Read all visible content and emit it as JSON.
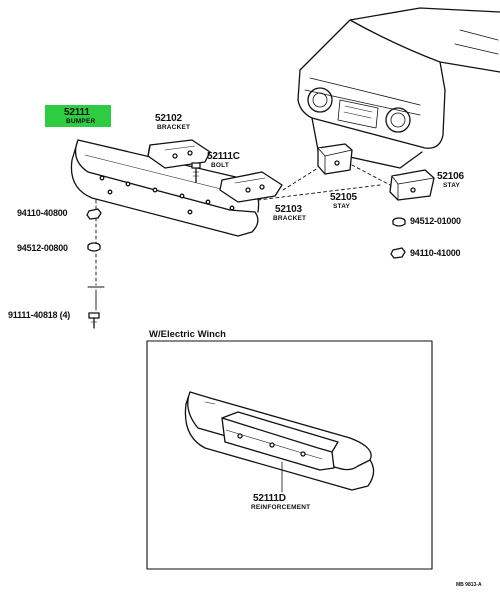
{
  "parts": [
    {
      "id": "p52111",
      "number": "52111",
      "name": "BUMPER",
      "highlight": true,
      "highlight_color": "#2ecc40"
    },
    {
      "id": "p52102",
      "number": "52102",
      "name": "BRACKET"
    },
    {
      "id": "p52111c",
      "number": "52111C",
      "name": "BOLT"
    },
    {
      "id": "p52103",
      "number": "52103",
      "name": "BRACKET"
    },
    {
      "id": "p52105",
      "number": "52105",
      "name": "STAY"
    },
    {
      "id": "p52106",
      "number": "52106",
      "name": "STAY"
    },
    {
      "id": "p52111d",
      "number": "52111D",
      "name": "REINFORCEMENT"
    }
  ],
  "fasteners": [
    {
      "id": "f94110_40800",
      "number": "94110-40800"
    },
    {
      "id": "f94512_00800",
      "number": "94512-00800"
    },
    {
      "id": "f91111_40818",
      "number": "91111-40818 (4)"
    },
    {
      "id": "f94512_01000",
      "number": "94512-01000"
    },
    {
      "id": "f94110_41000",
      "number": "94110-41000"
    }
  ],
  "inset": {
    "title": "W/Electric Winch"
  },
  "reference_code": "MB 9813-A",
  "colors": {
    "line": "#111111",
    "highlight": "#2ecc40",
    "background": "#ffffff"
  }
}
